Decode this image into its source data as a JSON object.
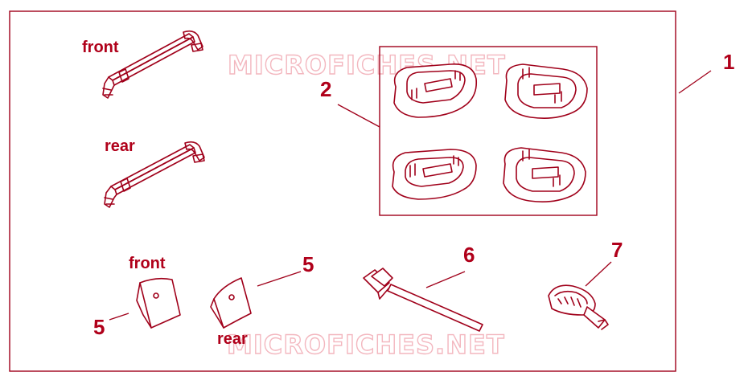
{
  "watermark": "MICROFICHES.NET",
  "labels": {
    "part1": "1",
    "part2": "2",
    "part5a": "5",
    "part5b": "5",
    "part6": "6",
    "part7": "7",
    "front_bar": "front",
    "rear_bar": "rear",
    "front_cover": "front",
    "rear_cover": "rear"
  },
  "colors": {
    "line": "#a0001a",
    "label": "#b0001a",
    "watermark": "#f3b7bf"
  }
}
